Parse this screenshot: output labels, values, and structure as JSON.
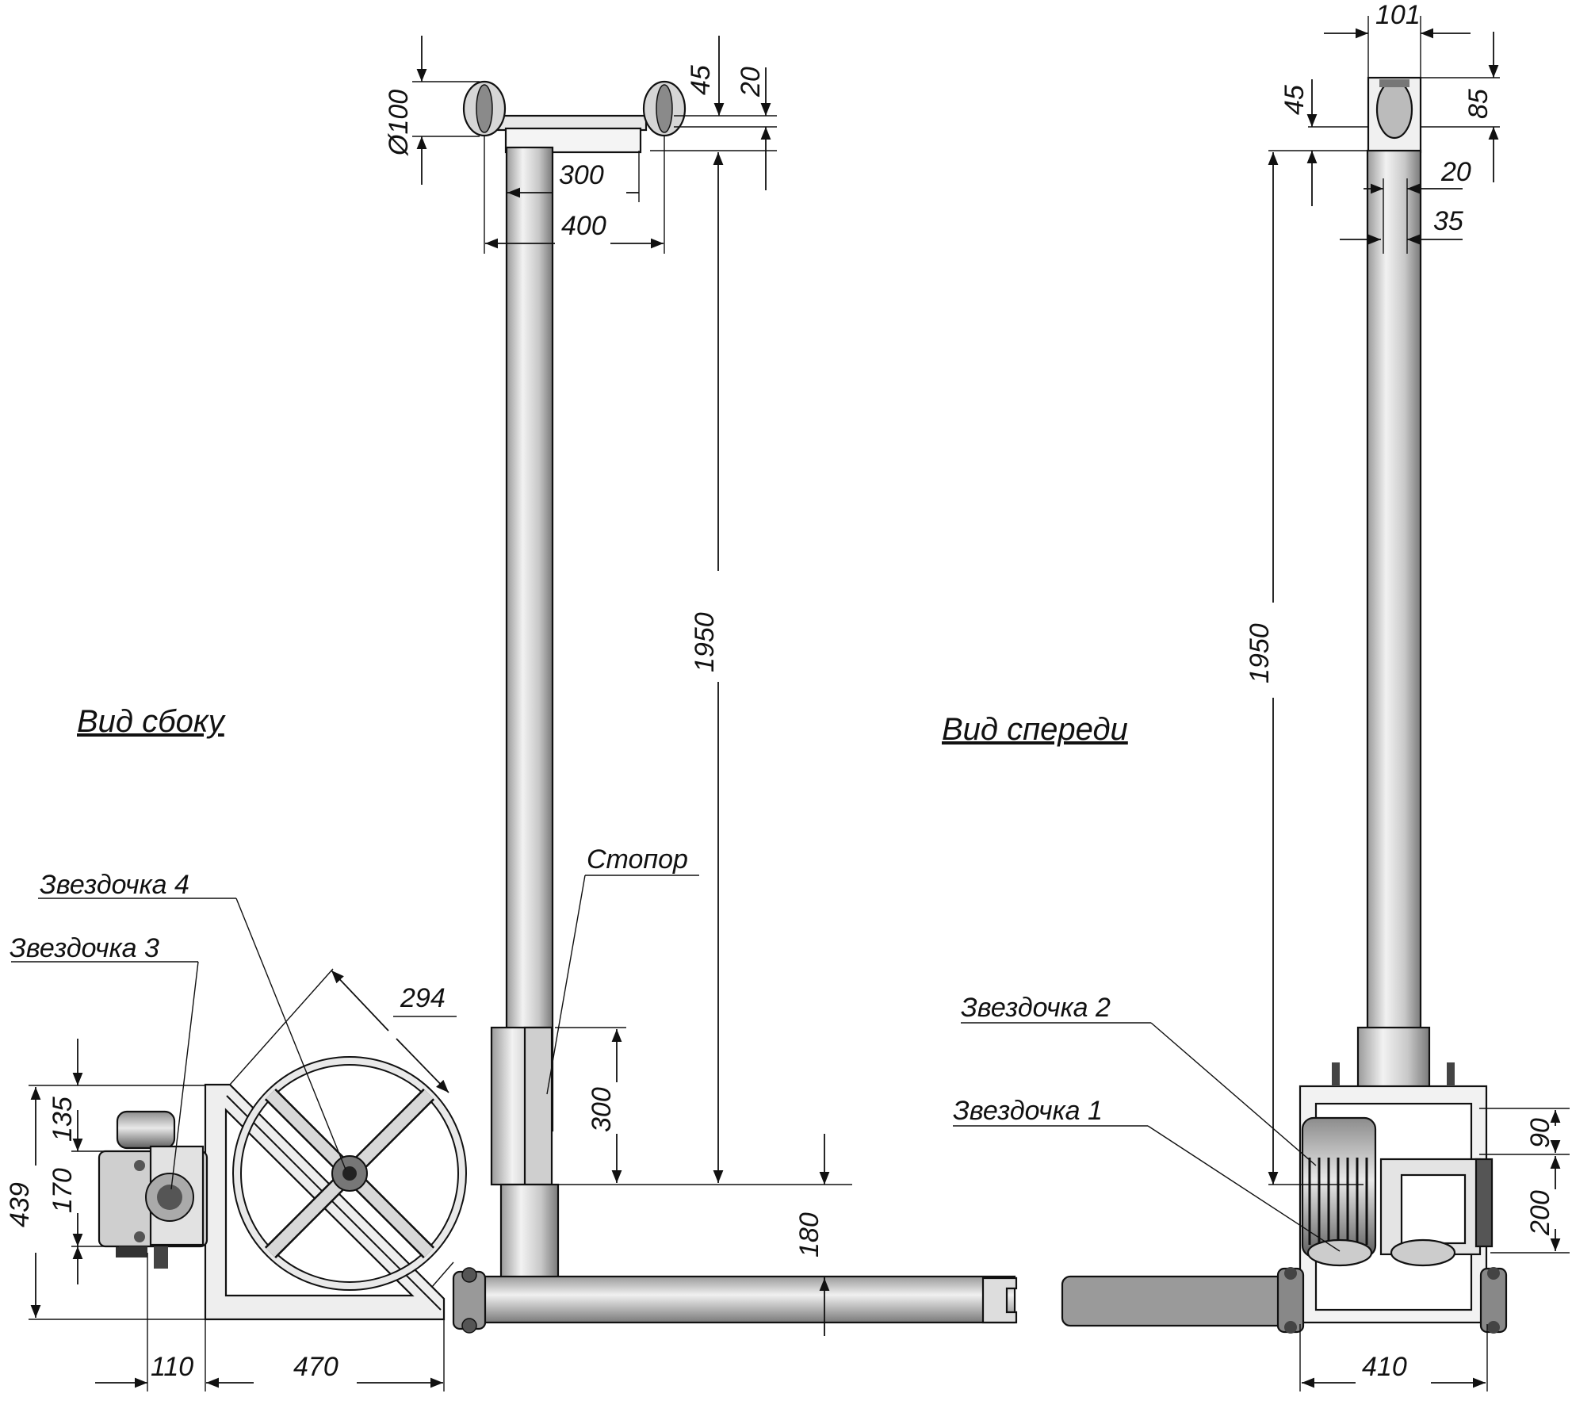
{
  "views": {
    "side": "Вид сбоку",
    "front": "Вид спереди"
  },
  "callouts": {
    "sprocket1": "Звездочка 1",
    "sprocket2": "Звездочка 2",
    "sprocket3": "Звездочка 3",
    "sprocket4": "Звездочка 4",
    "stopper": "Стопор"
  },
  "side_dims": {
    "wheel_diam": "Ø100",
    "d45": "45",
    "d20": "20",
    "d300_top": "300",
    "d400": "400",
    "height": "1950",
    "d300_sleeve": "300",
    "d180": "180",
    "d294": "294",
    "d135": "135",
    "d170": "170",
    "d439": "439",
    "d110": "110",
    "d470": "470"
  },
  "front_dims": {
    "d101": "101",
    "d45": "45",
    "d85": "85",
    "d20": "20",
    "d35": "35",
    "height": "1950",
    "d90": "90",
    "d200": "200",
    "d410": "410"
  },
  "colors": {
    "ink": "#111111",
    "steel_light": "#e6e6e6",
    "steel_mid": "#bdbdbd",
    "steel_dark": "#6b6b6b",
    "paper": "#ffffff"
  }
}
